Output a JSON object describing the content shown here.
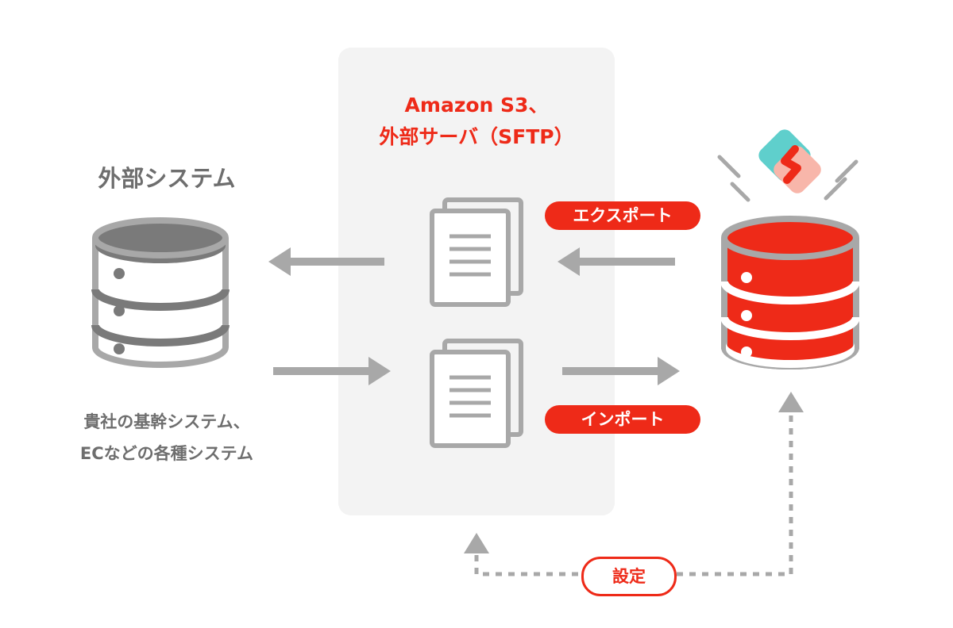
{
  "storage": {
    "title_line1": "Amazon S3、",
    "title_line2": "外部サーバ（SFTP）"
  },
  "external": {
    "title": "外部システム",
    "desc_line1": "貴社の基幹システム、",
    "desc_line2": "ECなどの各種システム"
  },
  "flows": {
    "export_label": "エクスポート",
    "import_label": "インポート"
  },
  "settings": {
    "label": "設定"
  },
  "colors": {
    "accent": "#ee2a18",
    "gray": "#a8a8a8",
    "dark_gray": "#7a7a7a",
    "panel": "#f3f3f3",
    "logo_teal": "#5fcfcc",
    "logo_pink": "#f8b6aa"
  },
  "icons": {
    "external_db": "database-icon",
    "app_db": "database-icon",
    "files": "document-stack-icon",
    "logo": "app-logo-icon",
    "arrows": "arrow-icon"
  }
}
